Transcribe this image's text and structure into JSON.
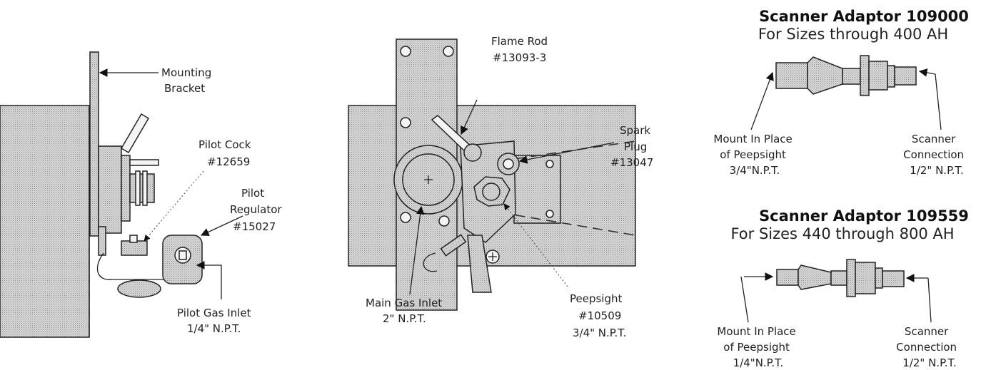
{
  "left": {
    "mounting_bracket": [
      "Mounting",
      "Bracket"
    ],
    "pilot_cock": [
      "Pilot Cock",
      "#12659"
    ],
    "pilot_regulator": [
      "Pilot",
      "Regulator",
      "#15027"
    ],
    "pilot_gas_inlet": [
      "Pilot Gas Inlet",
      "1/4\" N.P.T."
    ]
  },
  "center": {
    "flame_rod": [
      "Flame Rod",
      "#13093-3"
    ],
    "spark_plug": [
      "Spark",
      "Plug",
      "#13047"
    ],
    "main_gas_inlet": [
      "Main Gas Inlet",
      "2\" N.P.T."
    ],
    "peepsight": [
      "Peepsight",
      "#10509",
      "3/4\" N.P.T."
    ]
  },
  "adaptor_top": {
    "title": "Scanner Adaptor 109000",
    "subtitle": "For Sizes through 400 AH",
    "mount": [
      "Mount In Place",
      "of Peepsight",
      "3/4\"N.P.T."
    ],
    "scanner": [
      "Scanner",
      "Connection",
      "1/2\" N.P.T."
    ]
  },
  "adaptor_bottom": {
    "title": "Scanner Adaptor 109559",
    "subtitle": "For Sizes 440 through 800 AH",
    "mount": [
      "Mount In Place",
      "of Peepsight",
      "1/4\"N.P.T."
    ],
    "scanner": [
      "Scanner",
      "Connection",
      "1/2\" N.P.T."
    ]
  }
}
